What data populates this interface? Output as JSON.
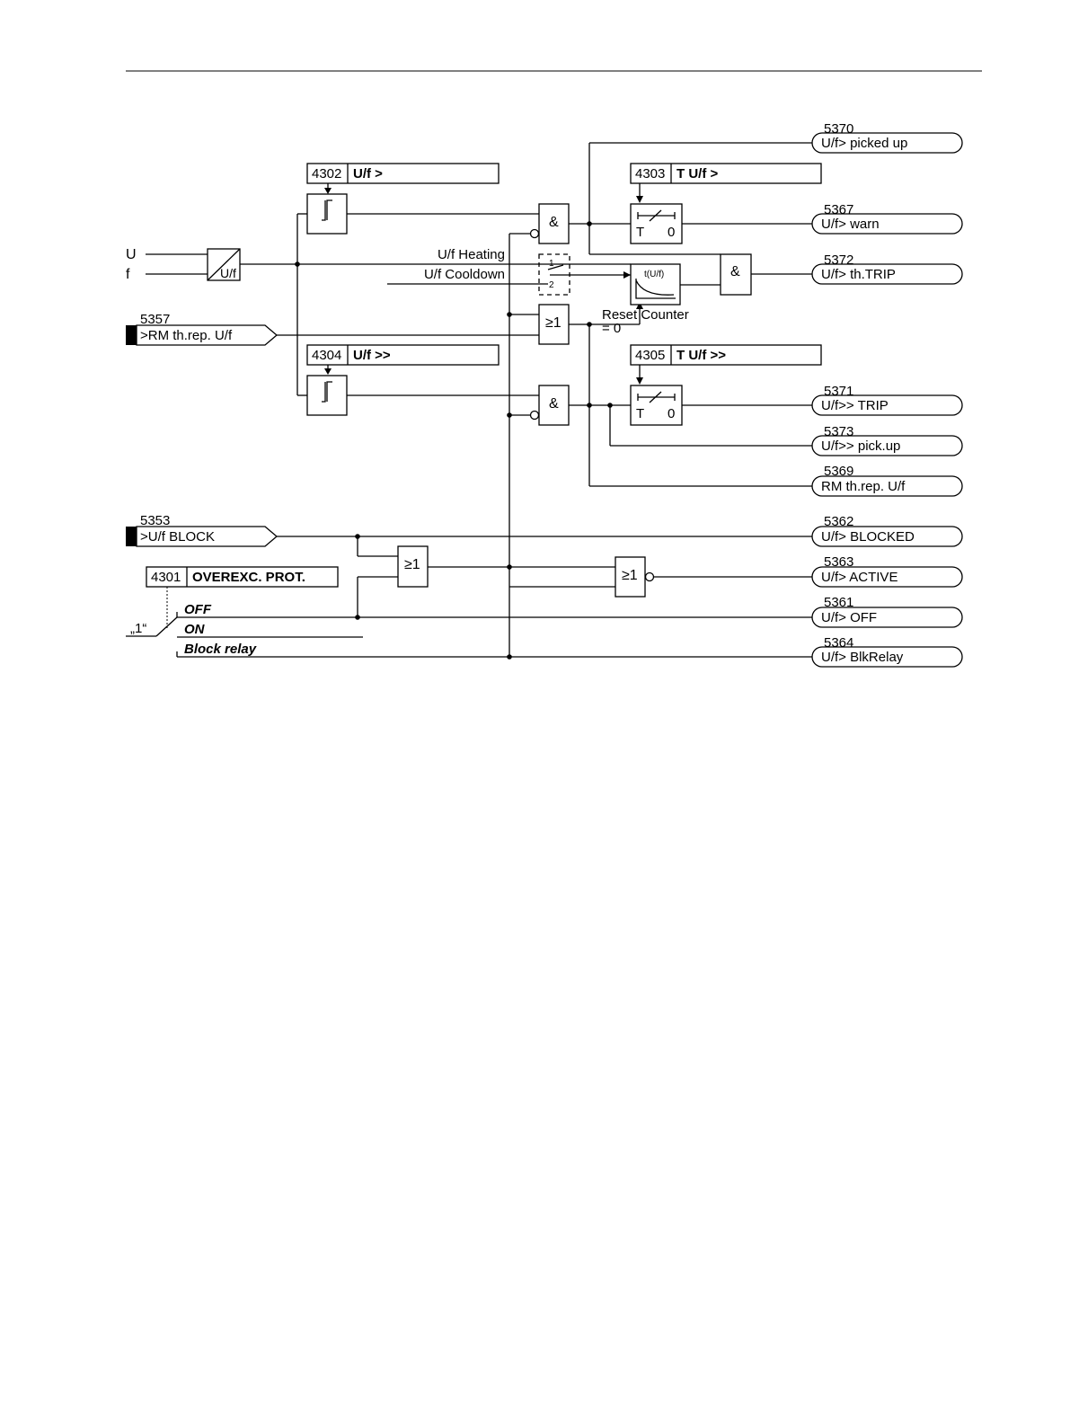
{
  "inputs": {
    "u": "U",
    "f": "f",
    "converter": "U/f"
  },
  "params": {
    "p4302": {
      "num": "4302",
      "label": "U/f >"
    },
    "p4303": {
      "num": "4303",
      "label": "T U/f >"
    },
    "p4304": {
      "num": "4304",
      "label": "U/f >>"
    },
    "p4305": {
      "num": "4305",
      "label": "T U/f >>"
    },
    "p4301": {
      "num": "4301",
      "label": "OVEREXC. PROT."
    }
  },
  "binary_inputs": {
    "b5357": {
      "num": "5357",
      "label": ">RM th.rep. U/f"
    },
    "b5353": {
      "num": "5353",
      "label": ">U/f BLOCK"
    }
  },
  "thermal": {
    "heating": "U/f Heating",
    "cooldown": "U/f Cooldown",
    "switch_1": "1",
    "switch_2": "2",
    "replica": "t(U/f)",
    "reset_line1": "Reset Counter",
    "reset_line2": "= 0"
  },
  "gates": {
    "and": "&",
    "or": "≥1"
  },
  "timer": {
    "t": "T",
    "zero": "0"
  },
  "modes": {
    "off": "OFF",
    "on": "ON",
    "block_relay": "Block relay",
    "const_one": "„1“"
  },
  "outputs": {
    "o5370": {
      "num": "5370",
      "label": "U/f> picked up"
    },
    "o5367": {
      "num": "5367",
      "label": "U/f> warn"
    },
    "o5372": {
      "num": "5372",
      "label": "U/f> th.TRIP"
    },
    "o5371": {
      "num": "5371",
      "label": "U/f>> TRIP"
    },
    "o5373": {
      "num": "5373",
      "label": "U/f>> pick.up"
    },
    "o5369": {
      "num": "5369",
      "label": "RM th.rep. U/f"
    },
    "o5362": {
      "num": "5362",
      "label": "U/f> BLOCKED"
    },
    "o5363": {
      "num": "5363",
      "label": "U/f> ACTIVE"
    },
    "o5361": {
      "num": "5361",
      "label": "U/f> OFF"
    },
    "o5364": {
      "num": "5364",
      "label": "U/f> BlkRelay"
    }
  }
}
